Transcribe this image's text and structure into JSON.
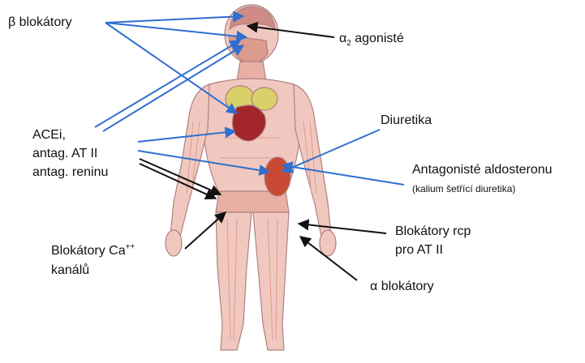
{
  "labels": {
    "beta_blockers": "β blokátory",
    "alpha2_prefix": "α",
    "alpha2_sub": "2",
    "alpha2_suffix": " agonisté",
    "acei_line1": "ACEi,",
    "acei_line2": "antag. AT II",
    "acei_line3": "antag. reninu",
    "diuretics": "Diuretika",
    "aldosterone": "Antagonisté aldosteronu",
    "aldosterone_note": "(kalium šetřící diuretika)",
    "ca_prefix": "Blokátory Ca",
    "ca_sup": "++",
    "ca_line2": "kanálů",
    "at2_line1": "Blokátory rcp",
    "at2_line2": "pro AT II",
    "alpha_blockers": "α blokátory"
  },
  "colors": {
    "blue_arrow": "#2e6fd0",
    "black_arrow": "#111111",
    "body_outline": "#b08080",
    "muscle": "#f1c8bf",
    "muscle_dark": "#dc9c8e",
    "heart": "#a3262a",
    "lung": "#d9d06a",
    "kidney": "#c84a34",
    "brain": "#cf8c86"
  },
  "icons": {
    "figure": "anatomical-body-figure"
  }
}
